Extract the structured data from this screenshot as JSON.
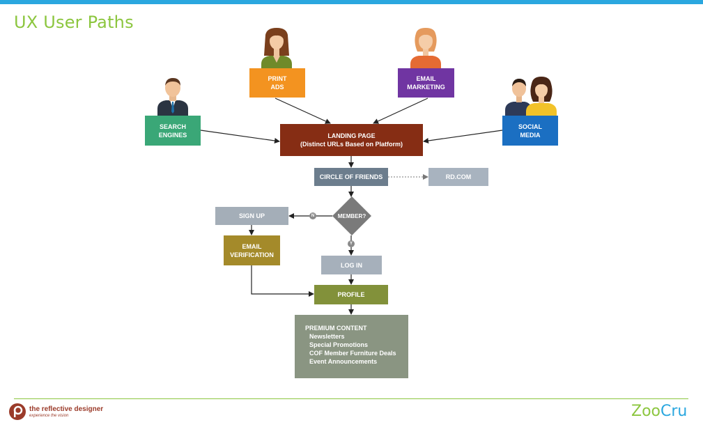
{
  "page": {
    "title": "UX User Paths"
  },
  "sources": [
    {
      "id": "search",
      "label": "SEARCH\nENGINES"
    },
    {
      "id": "print",
      "label": "PRINT\nADS"
    },
    {
      "id": "email",
      "label": "EMAIL\nMARKETING"
    },
    {
      "id": "social",
      "label": "SOCIAL\nMEDIA"
    }
  ],
  "flow": {
    "landing": "LANDING PAGE\n(Distinct URLs Based on Platform)",
    "circle_of_friends": "CIRCLE OF FRIENDS",
    "rdcom": "RD.COM",
    "member_decision": "MEMBER?",
    "no_badge": "N",
    "yes_badge": "Y",
    "sign_up": "SIGN UP",
    "email_verification": "EMAIL\nVERIFICATION",
    "log_in": "LOG IN",
    "profile": "PROFILE"
  },
  "premium": {
    "title": "PREMIUM CONTENT",
    "items": [
      "Newsletters",
      "Special Promotions",
      "COF Member Furniture Deals",
      "Event Announcements"
    ]
  },
  "footer": {
    "brand": "the reflective designer",
    "tagline": "experience the vision",
    "logo_zoo": "Zoo",
    "logo_cru": "Cru"
  },
  "colors": {
    "title_green": "#8cc63f",
    "accent_blue": "#2aa7df",
    "search": "#3aa777",
    "print": "#f39320",
    "email": "#7035a2",
    "social": "#1b6fc2",
    "landing": "#862d14",
    "profile": "#82913a"
  }
}
